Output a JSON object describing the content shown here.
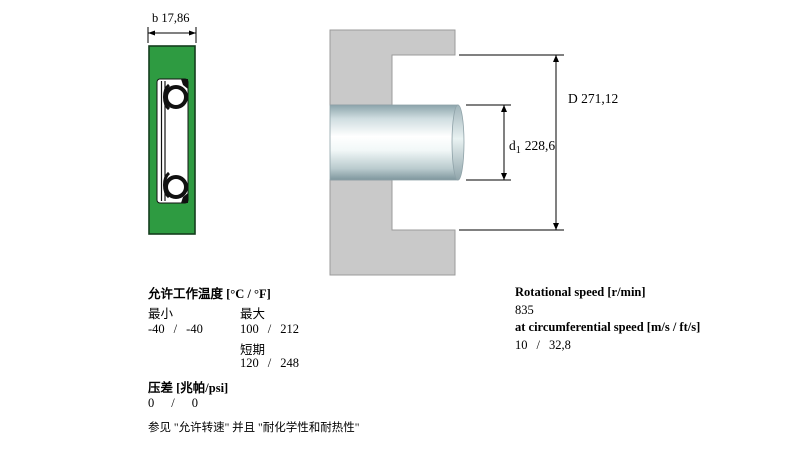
{
  "seal_figure": {
    "width_label": "b 17,86"
  },
  "mount_figure": {
    "outer_diameter_label": "D 271,12",
    "shaft_diameter_symbol": "d",
    "shaft_diameter_subscript": "1",
    "shaft_diameter_value": "228,6"
  },
  "operating_temperature": {
    "title": "允许工作温度 [°C / °F]",
    "min_label": "最小",
    "max_label": "最大",
    "min_c": "-40",
    "min_f": "-40",
    "max_c": "100",
    "max_f": "212",
    "short_term_label": "短期",
    "short_c": "120",
    "short_f": "248",
    "separator": "/"
  },
  "pressure": {
    "title": "压差 [兆帕/psi]",
    "value_mpa": "0",
    "value_psi": "0",
    "separator": "/"
  },
  "footnote": "参见 \"允许转速\" 并且 \"耐化学性和耐热性\"",
  "speed": {
    "rotational_title": "Rotational speed [r/min]",
    "rotational_value": "835",
    "circumferential_title": "at circumferential speed [m/s / ft/s]",
    "circ_ms": "10",
    "circ_fts": "32,8",
    "separator": "/"
  },
  "colors": {
    "seal_green": "#2e9b41",
    "housing_gray": "#c9c9c9"
  }
}
